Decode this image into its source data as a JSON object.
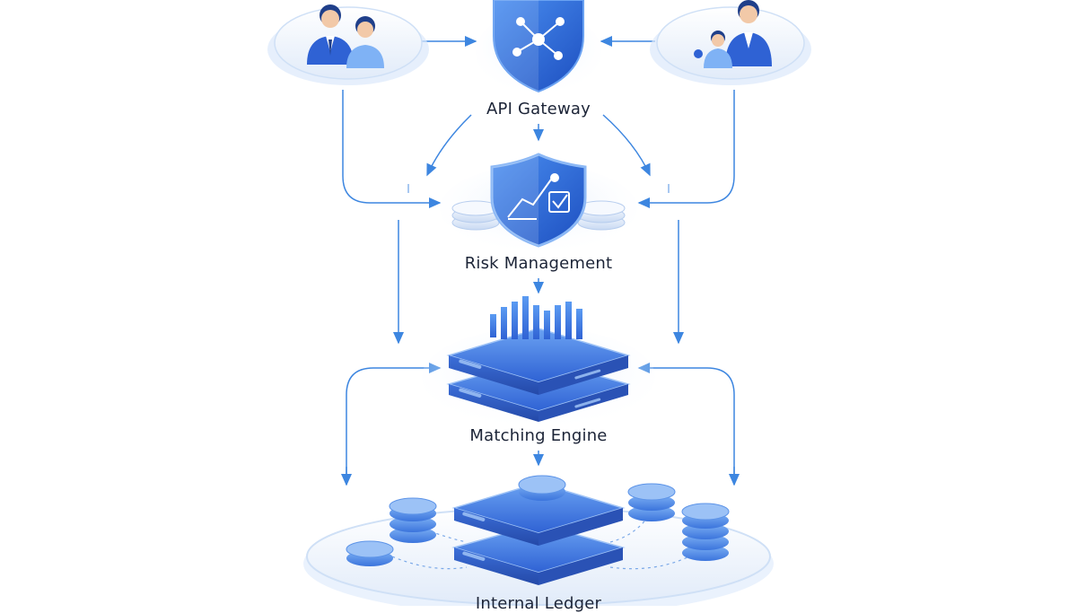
{
  "diagram": {
    "nodes": {
      "api_gateway": {
        "label": "API Gateway",
        "icon": "network-shield-icon"
      },
      "risk_management": {
        "label": "Risk Management",
        "icon": "chart-shield-icon"
      },
      "matching_engine": {
        "label": "Matching Engine",
        "icon": "bar-chart-server-icon"
      },
      "internal_ledger": {
        "label": "Internal Ledger",
        "icon": "coin-server-icon"
      }
    },
    "clients": [
      {
        "name": "client-group-left",
        "icon": "users-icon"
      },
      {
        "name": "client-group-right",
        "icon": "users-icon"
      }
    ],
    "colors": {
      "primary": "#2f6fde",
      "dark": "#1f4fb8",
      "light": "#dbe8fb",
      "arrow": "#3d86e0",
      "text": "#1c2437"
    }
  }
}
